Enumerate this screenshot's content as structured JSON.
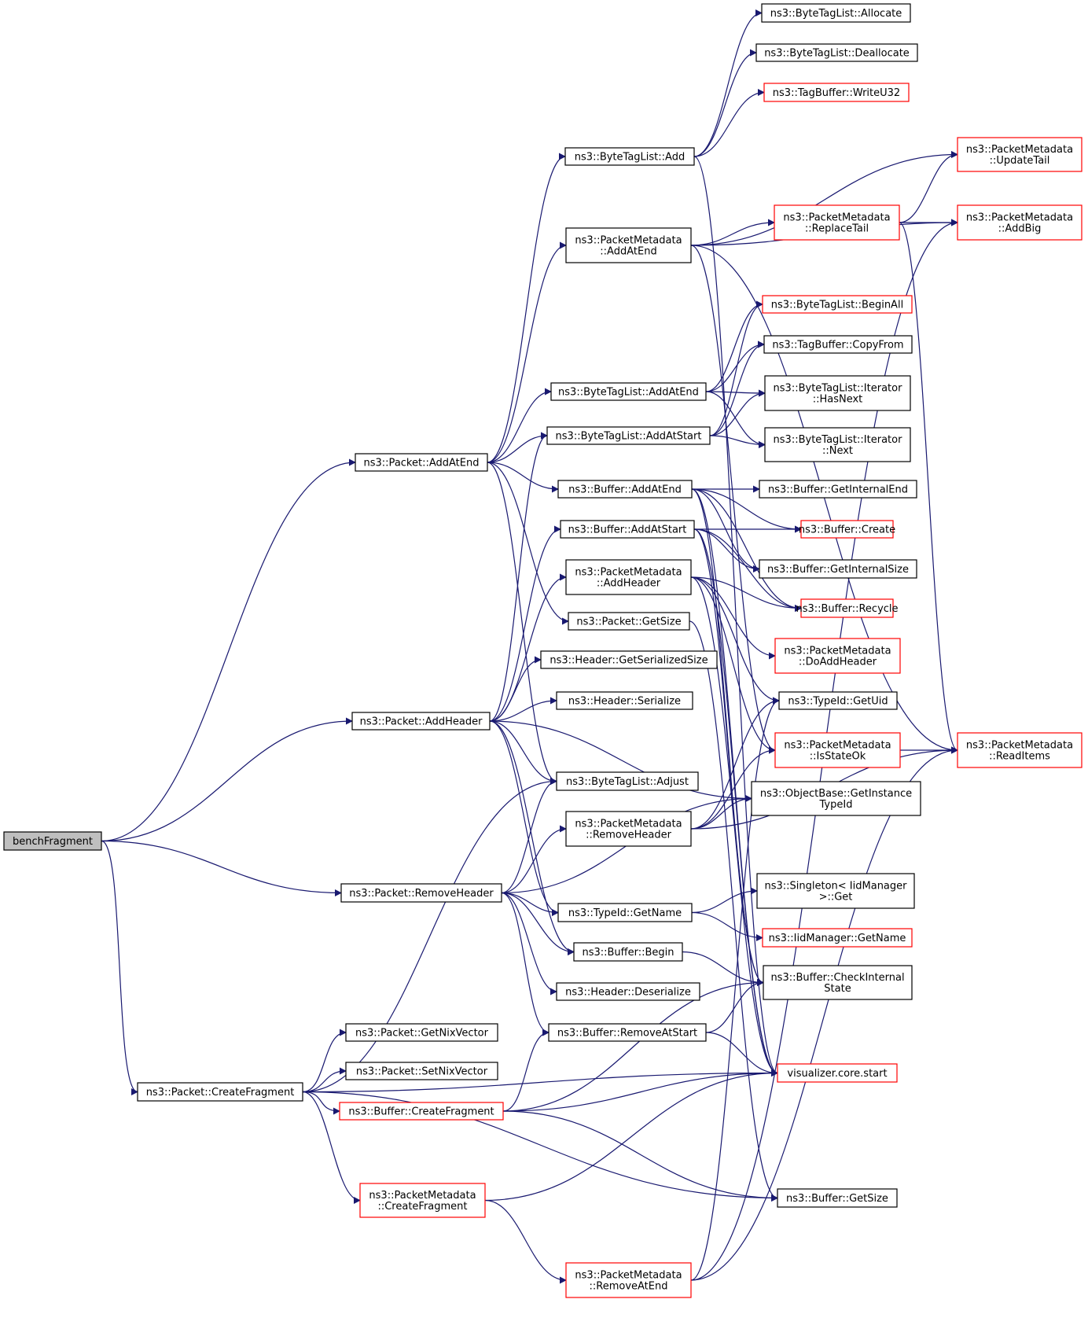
{
  "colors": {
    "edge": "#191970",
    "normal_border": "#000000",
    "truncated_border": "#ff0000",
    "root_fill": "#bfbfbf"
  },
  "root": "benchFragment",
  "nodes": [
    {
      "id": "benchFragment",
      "lines": [
        "benchFragment"
      ],
      "style": "root"
    },
    {
      "id": "pkt_addatend",
      "lines": [
        "ns3::Packet::AddAtEnd"
      ],
      "style": "normal"
    },
    {
      "id": "pkt_addheader",
      "lines": [
        "ns3::Packet::AddHeader"
      ],
      "style": "normal"
    },
    {
      "id": "pkt_removeheader",
      "lines": [
        "ns3::Packet::RemoveHeader"
      ],
      "style": "normal"
    },
    {
      "id": "pkt_createfragment",
      "lines": [
        "ns3::Packet::CreateFragment"
      ],
      "style": "normal"
    },
    {
      "id": "btl_add",
      "lines": [
        "ns3::ByteTagList::Add"
      ],
      "style": "normal"
    },
    {
      "id": "pm_addatend",
      "lines": [
        "ns3::PacketMetadata",
        "::AddAtEnd"
      ],
      "style": "normal"
    },
    {
      "id": "btl_addatend",
      "lines": [
        "ns3::ByteTagList::AddAtEnd"
      ],
      "style": "normal"
    },
    {
      "id": "btl_addatstart",
      "lines": [
        "ns3::ByteTagList::AddAtStart"
      ],
      "style": "normal"
    },
    {
      "id": "buf_addatend",
      "lines": [
        "ns3::Buffer::AddAtEnd"
      ],
      "style": "normal"
    },
    {
      "id": "buf_addatstart",
      "lines": [
        "ns3::Buffer::AddAtStart"
      ],
      "style": "normal"
    },
    {
      "id": "pm_addheader",
      "lines": [
        "ns3::PacketMetadata",
        "::AddHeader"
      ],
      "style": "normal"
    },
    {
      "id": "pkt_getsize",
      "lines": [
        "ns3::Packet::GetSize"
      ],
      "style": "normal"
    },
    {
      "id": "hdr_getserializedsize",
      "lines": [
        "ns3::Header::GetSerializedSize"
      ],
      "style": "normal"
    },
    {
      "id": "hdr_serialize",
      "lines": [
        "ns3::Header::Serialize"
      ],
      "style": "normal"
    },
    {
      "id": "btl_adjust",
      "lines": [
        "ns3::ByteTagList::Adjust"
      ],
      "style": "normal"
    },
    {
      "id": "pm_removeheader",
      "lines": [
        "ns3::PacketMetadata",
        "::RemoveHeader"
      ],
      "style": "normal"
    },
    {
      "id": "typeid_getname",
      "lines": [
        "ns3::TypeId::GetName"
      ],
      "style": "normal"
    },
    {
      "id": "buf_begin",
      "lines": [
        "ns3::Buffer::Begin"
      ],
      "style": "normal"
    },
    {
      "id": "hdr_deserialize",
      "lines": [
        "ns3::Header::Deserialize"
      ],
      "style": "normal"
    },
    {
      "id": "buf_removeatstart",
      "lines": [
        "ns3::Buffer::RemoveAtStart"
      ],
      "style": "normal"
    },
    {
      "id": "pkt_getnixvector",
      "lines": [
        "ns3::Packet::GetNixVector"
      ],
      "style": "normal"
    },
    {
      "id": "pkt_setnixvector",
      "lines": [
        "ns3::Packet::SetNixVector"
      ],
      "style": "normal"
    },
    {
      "id": "buf_createfragment",
      "lines": [
        "ns3::Buffer::CreateFragment"
      ],
      "style": "truncated"
    },
    {
      "id": "pm_createfragment",
      "lines": [
        "ns3::PacketMetadata",
        "::CreateFragment"
      ],
      "style": "truncated"
    },
    {
      "id": "pm_removeatend",
      "lines": [
        "ns3::PacketMetadata",
        "::RemoveAtEnd"
      ],
      "style": "truncated"
    },
    {
      "id": "btl_allocate",
      "lines": [
        "ns3::ByteTagList::Allocate"
      ],
      "style": "normal"
    },
    {
      "id": "btl_deallocate",
      "lines": [
        "ns3::ByteTagList::Deallocate"
      ],
      "style": "normal"
    },
    {
      "id": "tb_writeu32",
      "lines": [
        "ns3::TagBuffer::WriteU32"
      ],
      "style": "truncated"
    },
    {
      "id": "pm_updatetail",
      "lines": [
        "ns3::PacketMetadata",
        "::UpdateTail"
      ],
      "style": "truncated"
    },
    {
      "id": "pm_replacetail",
      "lines": [
        "ns3::PacketMetadata",
        "::ReplaceTail"
      ],
      "style": "truncated"
    },
    {
      "id": "pm_addbig",
      "lines": [
        "ns3::PacketMetadata",
        "::AddBig"
      ],
      "style": "truncated"
    },
    {
      "id": "btl_beginall",
      "lines": [
        "ns3::ByteTagList::BeginAll"
      ],
      "style": "truncated"
    },
    {
      "id": "tb_copyfrom",
      "lines": [
        "ns3::TagBuffer::CopyFrom"
      ],
      "style": "normal"
    },
    {
      "id": "btl_it_hasnext",
      "lines": [
        "ns3::ByteTagList::Iterator",
        "::HasNext"
      ],
      "style": "normal"
    },
    {
      "id": "btl_it_next",
      "lines": [
        "ns3::ByteTagList::Iterator",
        "::Next"
      ],
      "style": "normal"
    },
    {
      "id": "buf_getinternalend",
      "lines": [
        "ns3::Buffer::GetInternalEnd"
      ],
      "style": "normal"
    },
    {
      "id": "buf_create",
      "lines": [
        "ns3::Buffer::Create"
      ],
      "style": "truncated"
    },
    {
      "id": "buf_getinternalsize",
      "lines": [
        "ns3::Buffer::GetInternalSize"
      ],
      "style": "normal"
    },
    {
      "id": "buf_recycle",
      "lines": [
        "ns3::Buffer::Recycle"
      ],
      "style": "truncated"
    },
    {
      "id": "pm_doaddheader",
      "lines": [
        "ns3::PacketMetadata",
        "::DoAddHeader"
      ],
      "style": "truncated"
    },
    {
      "id": "typeid_getuid",
      "lines": [
        "ns3::TypeId::GetUid"
      ],
      "style": "normal"
    },
    {
      "id": "pm_isstateok",
      "lines": [
        "ns3::PacketMetadata",
        "::IsStateOk"
      ],
      "style": "truncated"
    },
    {
      "id": "pm_readitems",
      "lines": [
        "ns3::PacketMetadata",
        "::ReadItems"
      ],
      "style": "truncated"
    },
    {
      "id": "ob_getinstancetypeid",
      "lines": [
        "ns3::ObjectBase::GetInstance",
        "TypeId"
      ],
      "style": "normal"
    },
    {
      "id": "singleton_get",
      "lines": [
        "ns3::Singleton< IidManager",
        ">::Get"
      ],
      "style": "normal"
    },
    {
      "id": "iid_getname",
      "lines": [
        "ns3::IidManager::GetName"
      ],
      "style": "truncated"
    },
    {
      "id": "buf_checkinternalstate",
      "lines": [
        "ns3::Buffer::CheckInternal",
        "State"
      ],
      "style": "normal"
    },
    {
      "id": "viz_start",
      "lines": [
        "visualizer.core.start"
      ],
      "style": "truncated"
    },
    {
      "id": "buf_getsize",
      "lines": [
        "ns3::Buffer::GetSize"
      ],
      "style": "normal"
    }
  ],
  "edges": [
    [
      "benchFragment",
      "pkt_addatend"
    ],
    [
      "benchFragment",
      "pkt_addheader"
    ],
    [
      "benchFragment",
      "pkt_removeheader"
    ],
    [
      "benchFragment",
      "pkt_createfragment"
    ],
    [
      "pkt_addatend",
      "btl_add"
    ],
    [
      "pkt_addatend",
      "pm_addatend"
    ],
    [
      "pkt_addatend",
      "btl_addatend"
    ],
    [
      "pkt_addatend",
      "btl_addatstart"
    ],
    [
      "pkt_addatend",
      "buf_addatend"
    ],
    [
      "pkt_addatend",
      "pkt_getsize"
    ],
    [
      "pkt_addatend",
      "btl_adjust"
    ],
    [
      "pkt_addheader",
      "btl_addatstart"
    ],
    [
      "pkt_addheader",
      "buf_addatstart"
    ],
    [
      "pkt_addheader",
      "pm_addheader"
    ],
    [
      "pkt_addheader",
      "hdr_getserializedsize"
    ],
    [
      "pkt_addheader",
      "hdr_serialize"
    ],
    [
      "pkt_addheader",
      "btl_adjust"
    ],
    [
      "pkt_addheader",
      "ob_getinstancetypeid"
    ],
    [
      "pkt_addheader",
      "typeid_getname"
    ],
    [
      "pkt_addheader",
      "buf_begin"
    ],
    [
      "pkt_removeheader",
      "btl_adjust"
    ],
    [
      "pkt_removeheader",
      "pm_removeheader"
    ],
    [
      "pkt_removeheader",
      "typeid_getname"
    ],
    [
      "pkt_removeheader",
      "buf_begin"
    ],
    [
      "pkt_removeheader",
      "hdr_deserialize"
    ],
    [
      "pkt_removeheader",
      "buf_removeatstart"
    ],
    [
      "pkt_removeheader",
      "ob_getinstancetypeid"
    ],
    [
      "pkt_createfragment",
      "btl_adjust"
    ],
    [
      "pkt_createfragment",
      "pkt_getnixvector"
    ],
    [
      "pkt_createfragment",
      "pkt_setnixvector"
    ],
    [
      "pkt_createfragment",
      "buf_createfragment"
    ],
    [
      "pkt_createfragment",
      "pm_createfragment"
    ],
    [
      "pkt_createfragment",
      "viz_start"
    ],
    [
      "pkt_createfragment",
      "buf_getsize"
    ],
    [
      "btl_add",
      "btl_allocate"
    ],
    [
      "btl_add",
      "btl_deallocate"
    ],
    [
      "btl_add",
      "tb_writeu32"
    ],
    [
      "btl_add",
      "viz_start"
    ],
    [
      "pm_addatend",
      "pm_updatetail"
    ],
    [
      "pm_addatend",
      "pm_replacetail"
    ],
    [
      "pm_addatend",
      "pm_addbig"
    ],
    [
      "pm_addatend",
      "pm_readitems"
    ],
    [
      "pm_addatend",
      "pm_isstateok"
    ],
    [
      "pm_replacetail",
      "pm_updatetail"
    ],
    [
      "pm_replacetail",
      "pm_addbig"
    ],
    [
      "pm_replacetail",
      "pm_readitems"
    ],
    [
      "btl_addatend",
      "btl_beginall"
    ],
    [
      "btl_addatend",
      "tb_copyfrom"
    ],
    [
      "btl_addatend",
      "btl_it_hasnext"
    ],
    [
      "btl_addatend",
      "btl_it_next"
    ],
    [
      "btl_addatstart",
      "btl_beginall"
    ],
    [
      "btl_addatstart",
      "tb_copyfrom"
    ],
    [
      "btl_addatstart",
      "btl_it_hasnext"
    ],
    [
      "btl_addatstart",
      "btl_it_next"
    ],
    [
      "buf_addatend",
      "buf_getinternalend"
    ],
    [
      "buf_addatend",
      "buf_create"
    ],
    [
      "buf_addatend",
      "buf_getinternalsize"
    ],
    [
      "buf_addatend",
      "buf_recycle"
    ],
    [
      "buf_addatend",
      "buf_checkinternalstate"
    ],
    [
      "buf_addatend",
      "viz_start"
    ],
    [
      "buf_addatstart",
      "buf_create"
    ],
    [
      "buf_addatstart",
      "buf_getinternalsize"
    ],
    [
      "buf_addatstart",
      "buf_recycle"
    ],
    [
      "buf_addatstart",
      "buf_checkinternalstate"
    ],
    [
      "buf_addatstart",
      "viz_start"
    ],
    [
      "pm_addheader",
      "pm_doaddheader"
    ],
    [
      "pm_addheader",
      "typeid_getuid"
    ],
    [
      "pm_addheader",
      "pm_isstateok"
    ],
    [
      "pm_addheader",
      "buf_recycle"
    ],
    [
      "pm_addheader",
      "viz_start"
    ],
    [
      "pkt_getsize",
      "buf_getsize"
    ],
    [
      "pm_removeheader",
      "typeid_getuid"
    ],
    [
      "pm_removeheader",
      "pm_isstateok"
    ],
    [
      "pm_removeheader",
      "ob_getinstancetypeid"
    ],
    [
      "pm_removeheader",
      "pm_readitems"
    ],
    [
      "pm_isstateok",
      "pm_readitems"
    ],
    [
      "typeid_getname",
      "singleton_get"
    ],
    [
      "typeid_getname",
      "iid_getname"
    ],
    [
      "buf_begin",
      "buf_checkinternalstate"
    ],
    [
      "buf_removeatstart",
      "buf_checkinternalstate"
    ],
    [
      "buf_removeatstart",
      "viz_start"
    ],
    [
      "buf_createfragment",
      "buf_removeatstart"
    ],
    [
      "buf_createfragment",
      "buf_checkinternalstate"
    ],
    [
      "buf_createfragment",
      "viz_start"
    ],
    [
      "buf_createfragment",
      "buf_getsize"
    ],
    [
      "pm_createfragment",
      "pm_removeatend"
    ],
    [
      "pm_createfragment",
      "viz_start"
    ],
    [
      "pm_removeatend",
      "pm_addbig"
    ],
    [
      "pm_removeatend",
      "pm_readitems"
    ],
    [
      "pm_removeatend",
      "typeid_getuid"
    ]
  ]
}
